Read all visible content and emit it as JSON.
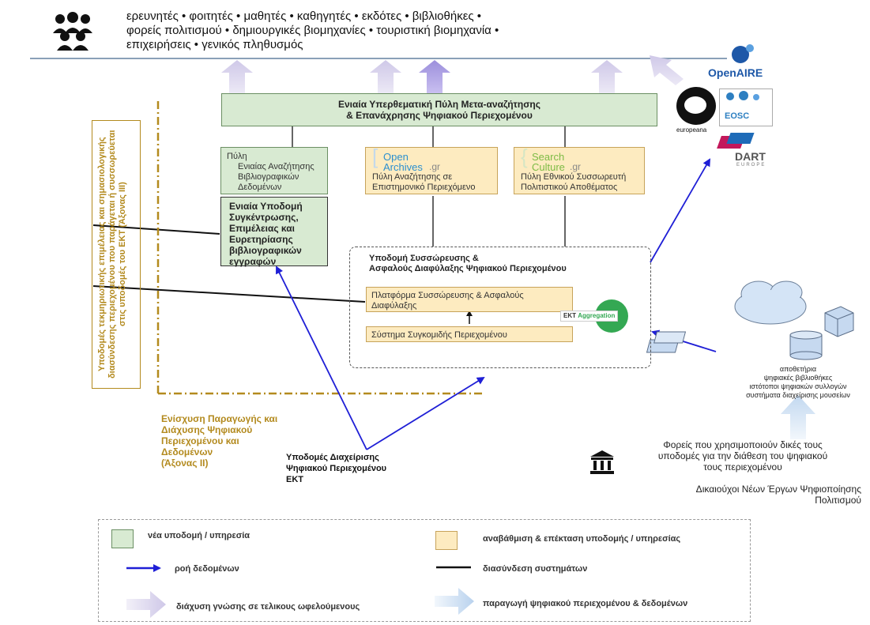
{
  "audience": {
    "line1": "ερευνητές • φοιτητές • μαθητές • καθηγητές • εκδότες • βιβλιοθήκες •",
    "line2": "φορείς πολιτισμού • δημιουργικές βιομηχανίες • τουριστική βιομηχανία •",
    "line3": "επιχειρήσεις • γενικός πληθυσμός"
  },
  "portal": {
    "line1": "Ενιαία Υπερθεματική Πύλη Μετα-αναζήτησης",
    "line2": "& Επανάχρησης Ψηφιακού Περιεχομένου"
  },
  "pyli": {
    "l1": "Πύλη",
    "l2": "Ενιαίας Αναζήτησης",
    "l3": "Βιβλιογραφικών",
    "l4": "Δεδομένων"
  },
  "openarchives": {
    "brand1": "Open",
    "brand2": "Archives",
    "tld": ".gr",
    "l1": "Πύλη Αναζήτησης σε",
    "l2": "Επιστημονικό Περιεχόμενο"
  },
  "searchculture": {
    "brand1": "Search",
    "brand2": "Culture",
    "tld": ".gr",
    "l1": "Πύλη Εθνικού Συσσωρευτή",
    "l2": "Πολιτιστικού Αποθέματος"
  },
  "biblio": {
    "l1": "Ενιαία Υποδομή",
    "l2": "Συγκέντρωσης,",
    "l3": "Επιμέλειας και",
    "l4": "Ευρετηρίασης",
    "l5": "βιβλιογραφικών",
    "l6": "εγγραφών"
  },
  "aggregation": {
    "title1": "Υποδομή Συσσώρευσης &",
    "title2": "Ασφαλούς Διαφύλαξης Ψηφιακού Περιεχομένου",
    "platform1": "Πλατφόρμα Συσσώρευσης & Ασφαλούς",
    "platform2": "Διαφύλαξης",
    "harvest": "Σύστημα Συγκομιδής Περιεχομένου",
    "badge_ekt": "EKT",
    "badge_agg": "Aggregation"
  },
  "vertical_text": {
    "l1": "Υποδομές τεκμηριωτικής επιμέλειας και σημασιολογικής",
    "l2": "διασύνδεσης περιεχομένου που παράγεται ή συσσωρεύεται",
    "l3": "στις υποδομές του ΕΚΤ (Άξονας ΙΙΙ)"
  },
  "axis2": {
    "l1": "Ενίσχυση Παραγωγής και",
    "l2": "Διάχυσης Ψηφιακού",
    "l3": "Περιεχομένου και",
    "l4": "Δεδομένων",
    "l5": "(Άξονας ΙΙ)"
  },
  "ekt_infra": {
    "l1": "Υποδομές Διαχείρισης",
    "l2": "Ψηφιακού Περιεχομένου",
    "l3": "ΕΚΤ"
  },
  "repos": {
    "l1": "αποθετήρια",
    "l2": "ψηφιακές βιβλιοθήκες",
    "l3": "ιστότοποι ψηφιακών συλλογών",
    "l4": "συστήματα διαχείρισης μουσείων"
  },
  "bodies": {
    "l1": "Φορείς που χρησιμοποιούν δικές τους",
    "l2": "υποδομές για την διάθεση του ψηφιακού",
    "l3": "τους περιεχομένου"
  },
  "beneficiaries": {
    "l1": "Δικαιούχοι Νέων Έργων Ψηφιοποίησης",
    "l2": "Πολιτισμού"
  },
  "logos": {
    "openaire": "OpenAIRE",
    "europeana": "europeana",
    "eosc": "EOSC",
    "dart": "DART",
    "dart_sub": "EUROPE"
  },
  "legend": {
    "new_infra": "νέα υποδομή / υπηρεσία",
    "upgrade": "αναβάθμιση & επέκταση υποδομής / υπηρεσίας",
    "data_flow": "ροή δεδομένων",
    "interconnect": "διασύνδεση συστημάτων",
    "diffusion": "διάχυση γνώσης σε τελικους ωφελούμενους",
    "production": "παραγωγή ψηφιακού περιεχομένου & δεδομένων"
  },
  "colors": {
    "green": "#d8ead2",
    "yellow": "#fdebc0",
    "flow": "#1f1fd6",
    "gold": "#b38a1e",
    "diffusion": "#d9d3ec",
    "production": "#c7dcf1"
  }
}
